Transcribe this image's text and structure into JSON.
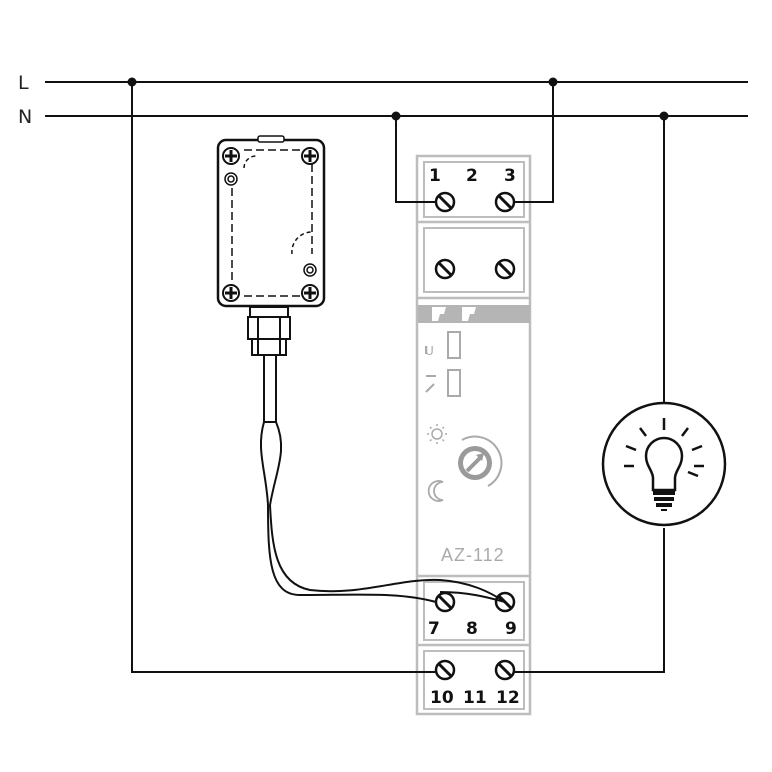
{
  "lines": {
    "l_label": "L",
    "n_label": "N"
  },
  "relay": {
    "model": "AZ-112",
    "brand_logo": "F&F",
    "top_terminals": [
      "1",
      "2",
      "3"
    ],
    "sensor_terminals": [
      "7",
      "8",
      "9"
    ],
    "output_terminals": [
      "10",
      "11",
      "12"
    ],
    "led_labels": {
      "power": "U"
    }
  },
  "colors": {
    "wire": "#111111",
    "relay_outline": "#bdbdbd",
    "relay_label": "#aaaaaa"
  }
}
